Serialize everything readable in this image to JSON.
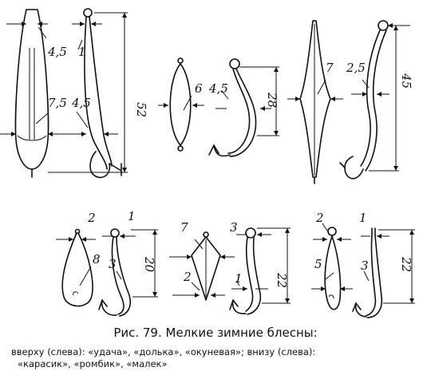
{
  "caption": {
    "title": "Рис. 79. Мелкие зимние блесны:",
    "line1": "вверху (слева): «удача», «долька», «окуневая»; внизу (слева):",
    "line2": "«карасик», «ромбик», «малек»"
  },
  "labels": {
    "l45a": "4,5",
    "l1a": "1",
    "l75": "7,5",
    "l45b": "4,5",
    "l52": "52",
    "l6": "6",
    "l45c": "4,5",
    "l28": "28",
    "l7a": "7",
    "l25": "2,5",
    "l45": "45",
    "l2a": "2",
    "l1b": "1",
    "l8": "8",
    "l3a": "3",
    "l20": "20",
    "l7b": "7",
    "l3b": "3",
    "l2b": "2",
    "l1c": "1",
    "l22a": "22",
    "l2c": "2",
    "l1d": "1",
    "l5": "5",
    "l3c": "3",
    "l22b": "22"
  }
}
